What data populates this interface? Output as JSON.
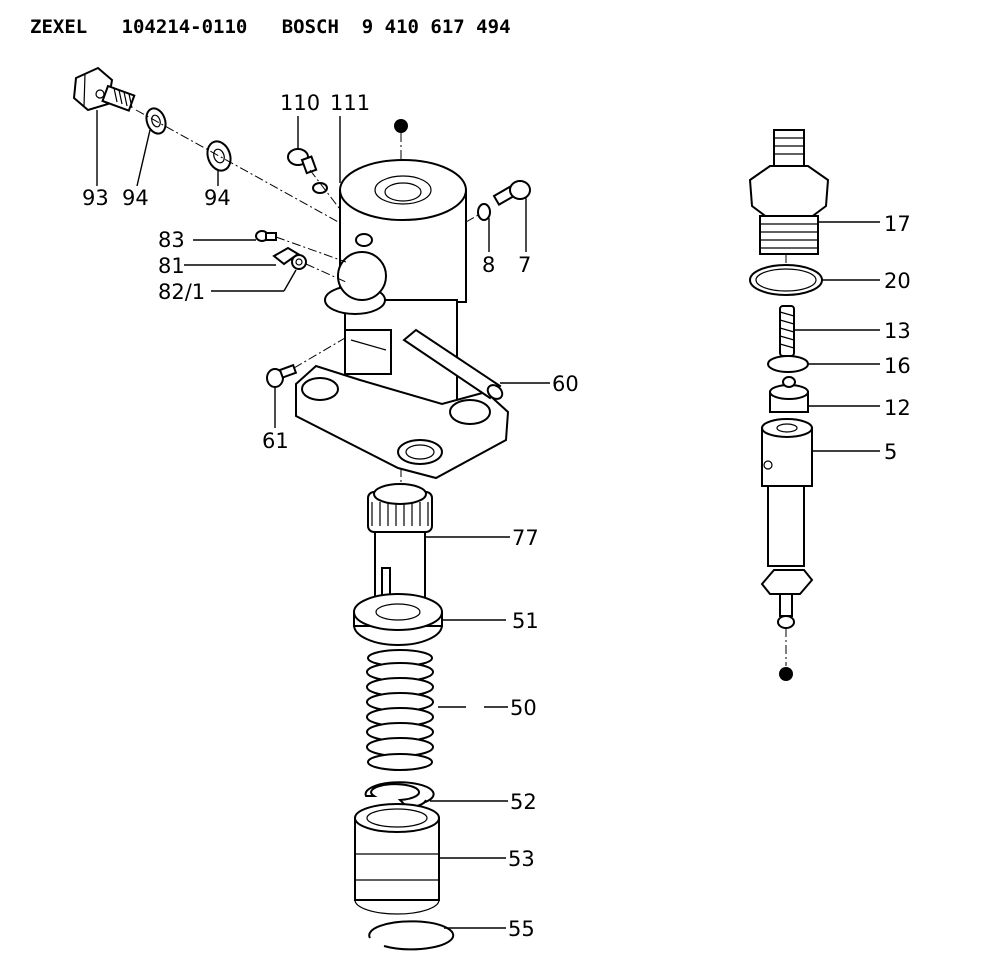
{
  "header": {
    "brand1": "ZEXEL",
    "part_no1": "104214-0110",
    "brand2": "BOSCH",
    "part_no2": "9 410 617 494"
  },
  "labels": {
    "l93": "93",
    "l94a": "94",
    "l94b": "94",
    "l110": "110",
    "l111": "111",
    "l83": "83",
    "l81": "81",
    "l82": "82/1",
    "l8": "8",
    "l7": "7",
    "l60": "60",
    "l61": "61",
    "l77": "77",
    "l51": "51",
    "l50": "50",
    "l52": "52",
    "l53": "53",
    "l55": "55",
    "l17": "17",
    "l20": "20",
    "l13": "13",
    "l16": "16",
    "l12": "12",
    "l5": "5"
  }
}
